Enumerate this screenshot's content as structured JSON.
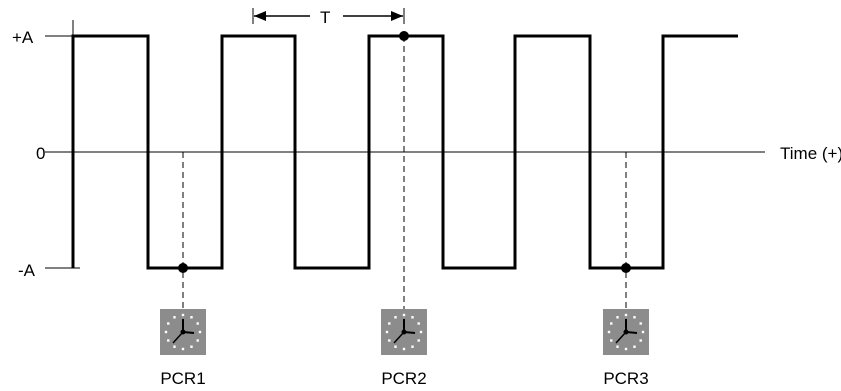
{
  "labels": {
    "y_high": "+A",
    "y_zero": "0",
    "y_low": "-A",
    "period": "T",
    "time_axis": "Time (+)"
  },
  "pcr_markers": [
    {
      "label": "PCR1",
      "level": "-A"
    },
    {
      "label": "PCR2",
      "level": "+A"
    },
    {
      "label": "PCR3",
      "level": "-A"
    }
  ],
  "icons": {
    "clock": "clock-icon"
  },
  "colors": {
    "line": "#000000",
    "clock_bg": "#8c8c8c",
    "clock_face": "#000000",
    "dots": "#ffffff"
  }
}
